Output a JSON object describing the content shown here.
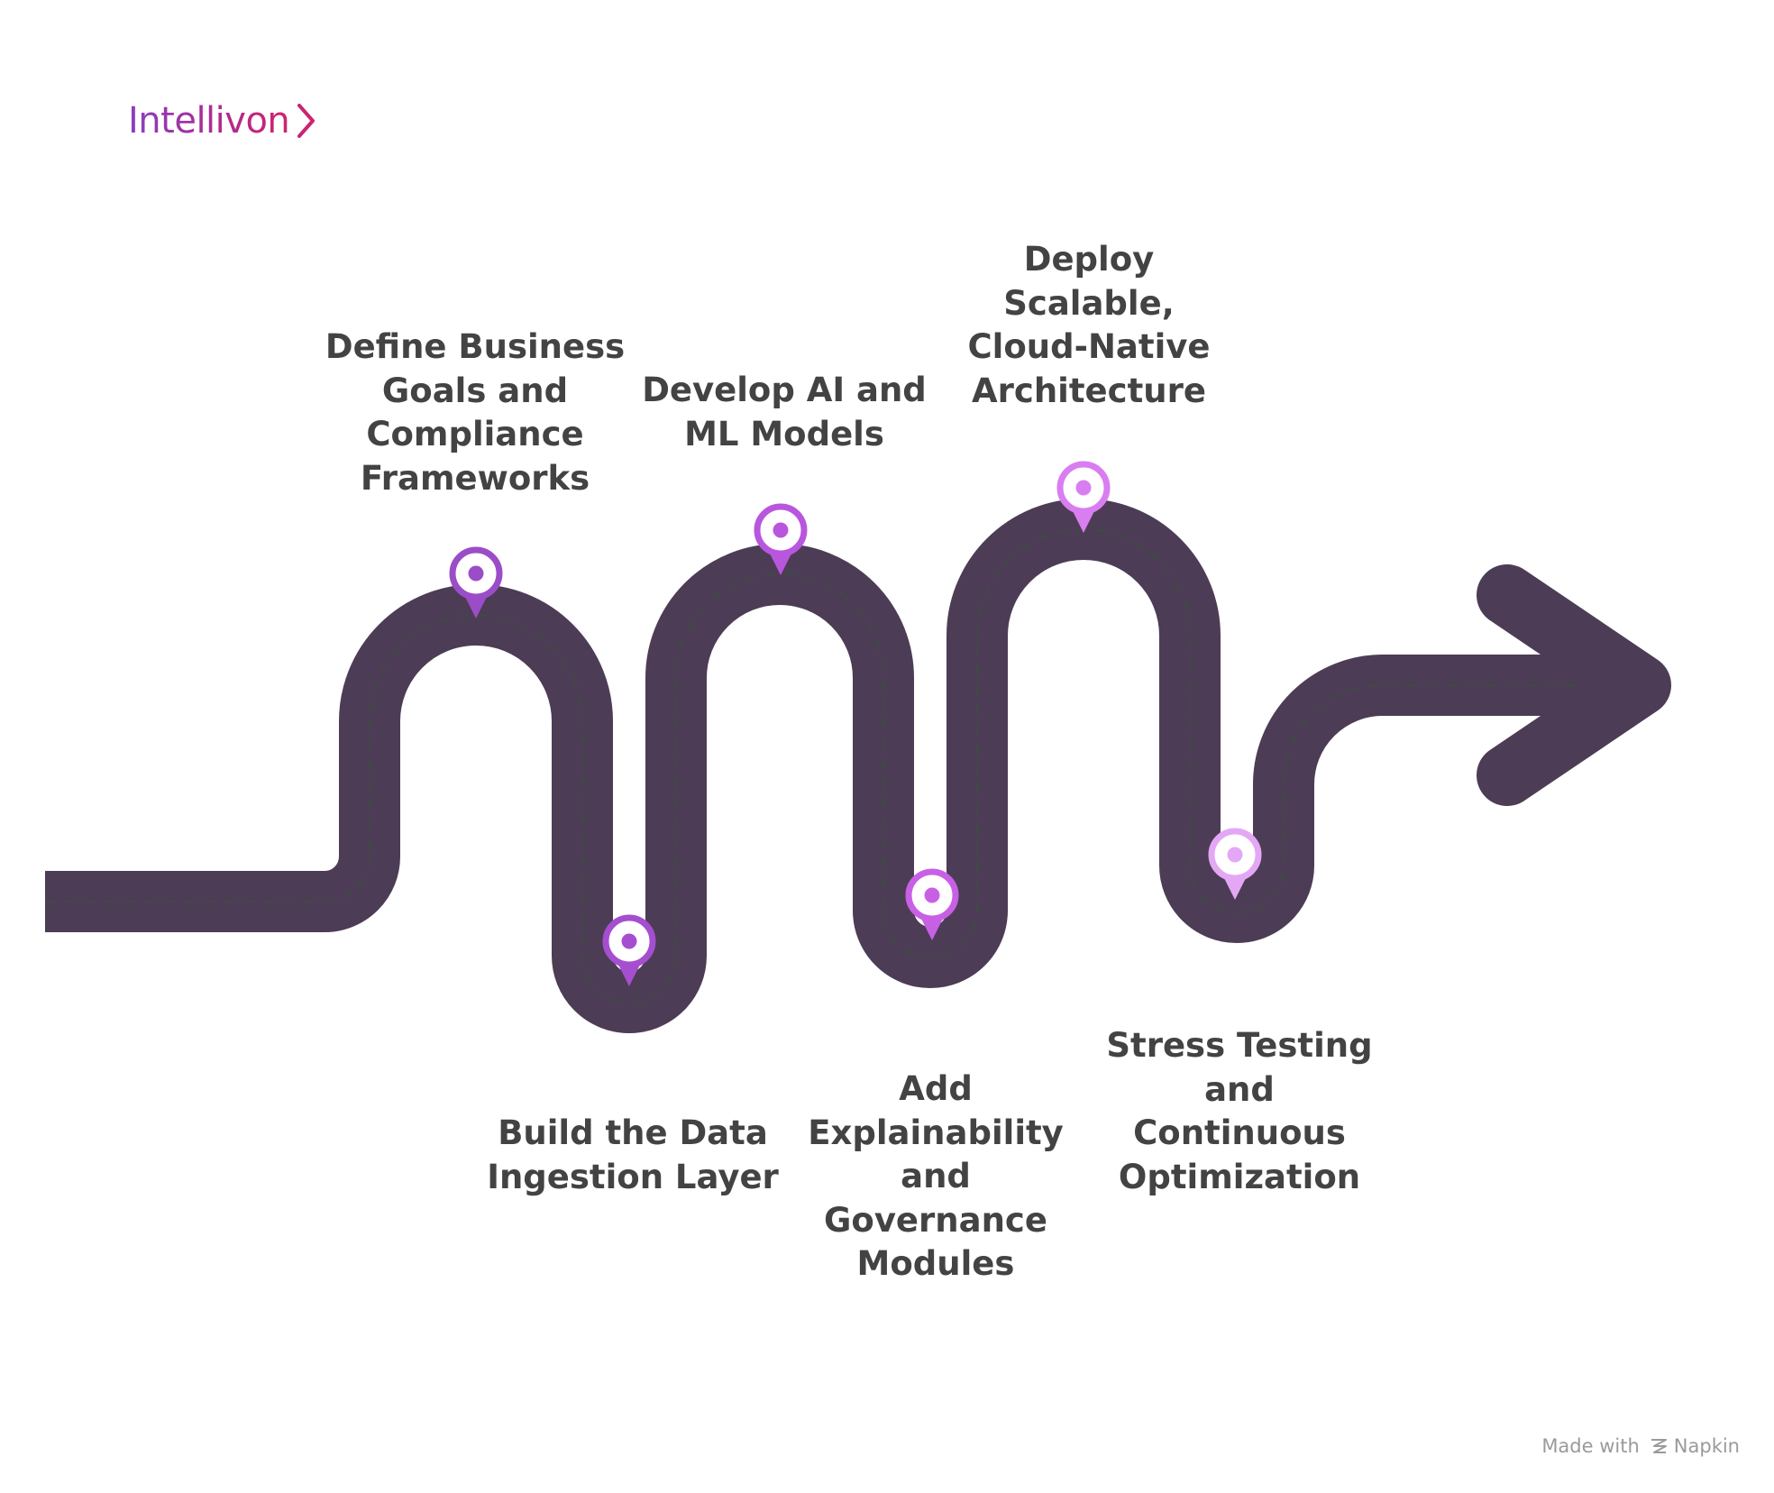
{
  "brand": {
    "name": "Intellivon",
    "colors": [
      "#8a3fc0",
      "#d0246a"
    ]
  },
  "road": {
    "color": "#4d3c55",
    "dash_color": "#3f4a45"
  },
  "steps": [
    {
      "id": "define",
      "label": "Define Business\nGoals and\nCompliance\nFrameworks",
      "pin_color": "#9b4dc8",
      "side": "top"
    },
    {
      "id": "ingest",
      "label": "Build the Data\nIngestion Layer",
      "pin_color": "#a54fd0",
      "side": "bottom"
    },
    {
      "id": "develop",
      "label": "Develop AI and\nML Models",
      "pin_color": "#b856de",
      "side": "top"
    },
    {
      "id": "explain",
      "label": "Add\nExplainability\nand\nGovernance\nModules",
      "pin_color": "#c860e6",
      "side": "bottom"
    },
    {
      "id": "deploy",
      "label": "Deploy\nScalable,\nCloud-Native\nArchitecture",
      "pin_color": "#d97ef0",
      "side": "top"
    },
    {
      "id": "stress",
      "label": "Stress Testing\nand\nContinuous\nOptimization",
      "pin_color": "#e4a7f5",
      "side": "bottom"
    }
  ],
  "credit": {
    "prefix": "Made with",
    "name": "Napkin"
  }
}
